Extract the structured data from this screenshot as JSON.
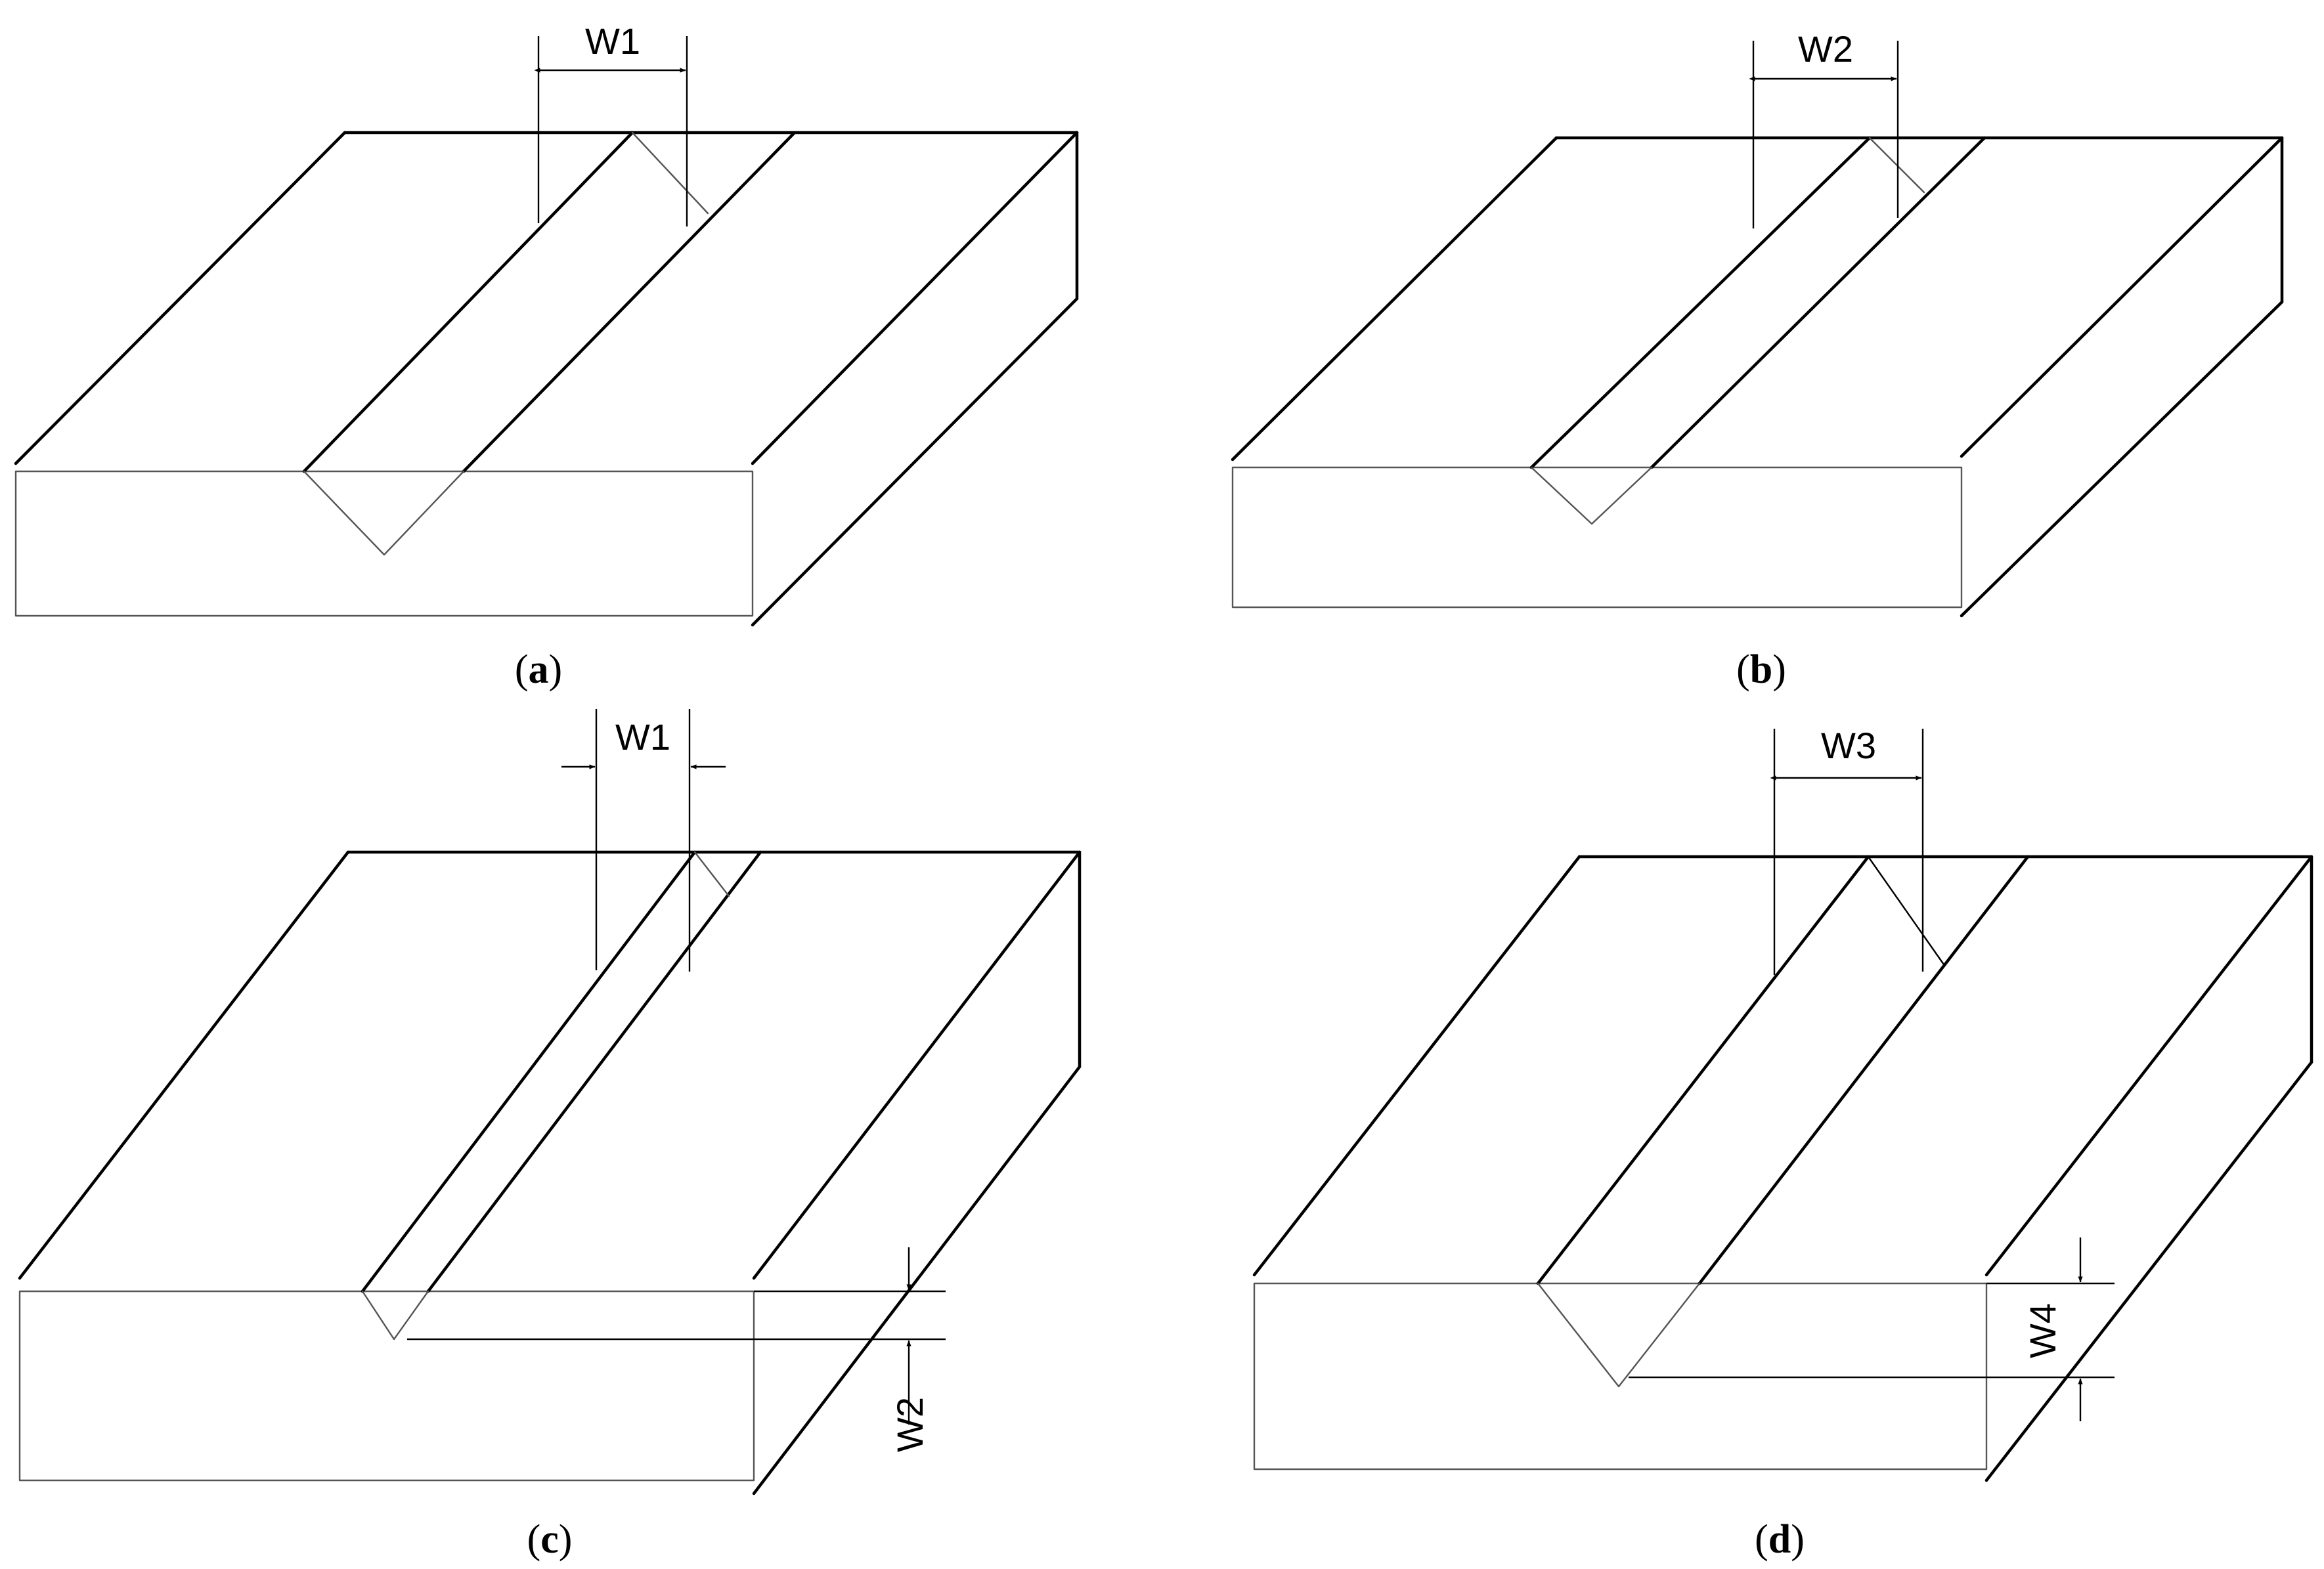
{
  "panels": [
    {
      "id": "a",
      "caption_open": "(",
      "caption_letter": "a",
      "caption_close": ")",
      "dims": [
        "W1"
      ]
    },
    {
      "id": "b",
      "caption_open": "(",
      "caption_letter": "b",
      "caption_close": ")",
      "dims": [
        "W2"
      ]
    },
    {
      "id": "c",
      "caption_open": "(",
      "caption_letter": "c",
      "caption_close": ")",
      "dims": [
        "W1",
        "W2"
      ]
    },
    {
      "id": "d",
      "caption_open": "(",
      "caption_letter": "d",
      "caption_close": ")",
      "dims": [
        "W3",
        "W4"
      ]
    }
  ]
}
